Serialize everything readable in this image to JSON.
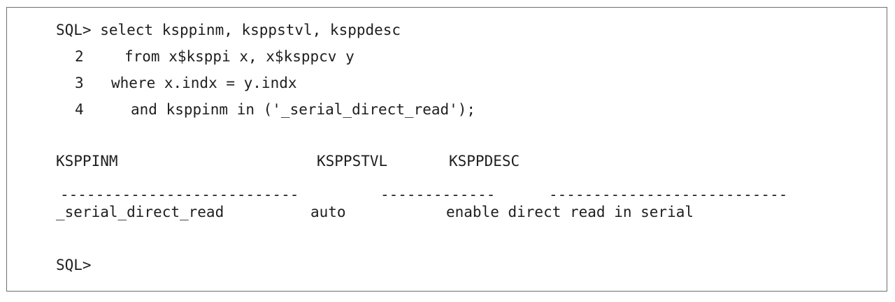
{
  "query": {
    "line1": "SQL> select ksppinm, ksppstvl, ksppdesc",
    "line2_num": "2",
    "line2": "from x$ksppi x, x$ksppcv y",
    "line3_num": "3",
    "line3": "where x.indx = y.indx",
    "line4_num": "4",
    "line4": "and ksppinm in ('_serial_direct_read');"
  },
  "result": {
    "headers": [
      "KSPPINM",
      "KSPPSTVL",
      "KSPPDESC"
    ],
    "separators": [
      "---------------------------",
      "-------------",
      "---------------------------"
    ],
    "row": [
      "_serial_direct_read",
      "auto",
      "enable direct read in serial"
    ]
  },
  "prompt": "SQL>"
}
